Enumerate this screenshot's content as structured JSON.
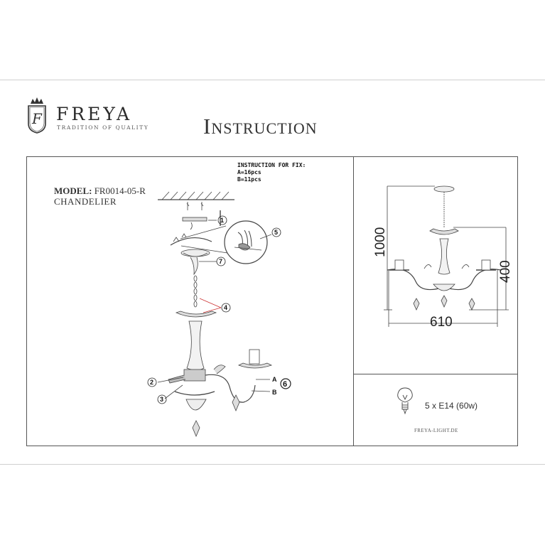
{
  "brand": {
    "name": "FREYA",
    "tagline": "TRADITION OF QUALITY",
    "logo_letter": "F",
    "website": "FREYA-LIGHT.DE"
  },
  "document": {
    "title": "Instruction"
  },
  "product": {
    "model_label": "MODEL:",
    "model_value": "FR0014-05-R",
    "kind": "CHANDELIER"
  },
  "fix_instructions": {
    "heading": "INSTRUCTION FOR FIX:",
    "items": [
      "A=16pcs",
      "B=11pcs"
    ]
  },
  "callouts": [
    "1",
    "2",
    "3",
    "4",
    "5",
    "6",
    "7",
    "A",
    "B"
  ],
  "dimensions": {
    "height_total": "1000",
    "height_body": "400",
    "width": "610"
  },
  "bulb": {
    "spec": "5 x E14 (60w)",
    "icon": "lightbulb-icon"
  }
}
